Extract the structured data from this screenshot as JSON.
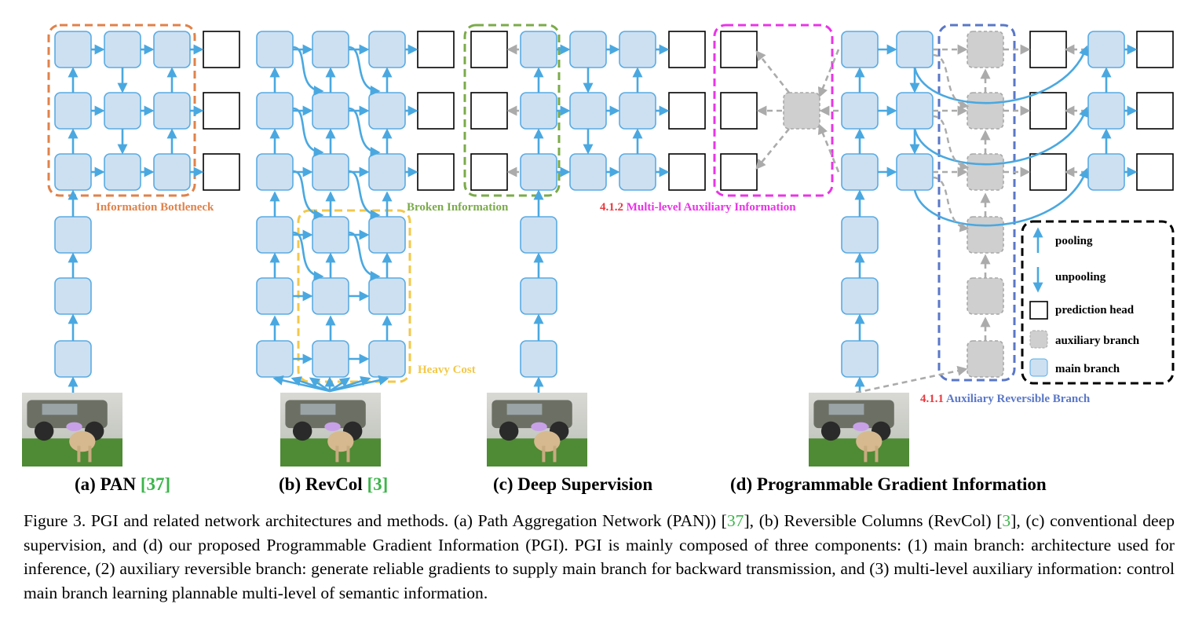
{
  "figure": {
    "panels": [
      {
        "letter": "(a)",
        "name": "PAN",
        "ref": "[37]"
      },
      {
        "letter": "(b)",
        "name": "RevCol",
        "ref": "[3]"
      },
      {
        "letter": "(c)",
        "name": "Deep Supervision",
        "ref": ""
      },
      {
        "letter": "(d)",
        "name": "Programmable Gradient Information",
        "ref": ""
      }
    ],
    "annotations": {
      "info_bottleneck": "Information  Bottleneck",
      "heavy_cost": "Heavy Cost",
      "broken_info": "Broken Information",
      "mlai_num": "4.1.2",
      "mlai_text": "Multi-level Auxiliary  Information",
      "arb_num": "4.1.1",
      "arb_text": "Auxiliary  Reversible Branch"
    },
    "legend": {
      "pooling": "pooling",
      "unpooling": "unpooling",
      "prediction_head": "prediction head",
      "auxiliary_branch": "auxiliary branch",
      "main_branch": "main branch"
    },
    "colors": {
      "main": "#cde0f2",
      "main_stroke": "#5aabe2",
      "aux": "#cfcfcf",
      "aux_stroke": "#a8a8a8",
      "orange": "#e0824a",
      "yellow": "#f3c84a",
      "green": "#7bab4a",
      "magenta": "#e835e5",
      "blue_dash": "#5a77c8",
      "red_num": "#e8393f",
      "ref_green": "#3cb54a"
    }
  },
  "caption": {
    "prefix": "Figure 3.  PGI and related network architectures and methods.  (a) Path Aggregation Network (PAN)) [",
    "ref1": "37",
    "mid1": "], (b) Reversible Columns (RevCol) [",
    "ref2": "3",
    "rest": "], (c) conventional deep supervision, and (d) our proposed Programmable Gradient Information (PGI). PGI is mainly composed of three components: (1) main branch: architecture used for inference, (2) auxiliary reversible branch: generate reliable gradients to supply main branch for backward transmission, and (3) multi-level auxiliary information: control main branch learning plannable multi-level of semantic information."
  }
}
